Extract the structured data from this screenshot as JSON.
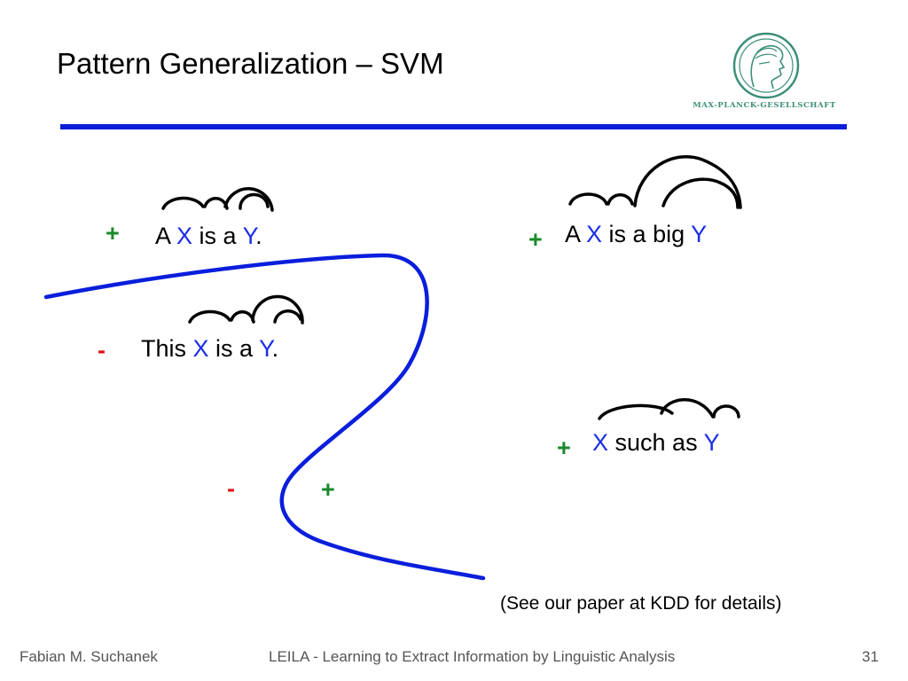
{
  "slide": {
    "title": "Pattern Generalization – SVM",
    "logo_text": "MAX-PLANCK-GESELLSCHAFT",
    "colors": {
      "rule": "#0a1edc",
      "variable": "#1a2ee6",
      "positive": "#1a8a2a",
      "negative": "#e0161a",
      "boundary": "#0a1edc"
    },
    "examples": [
      {
        "sign": "+",
        "pre": "A ",
        "x": "X",
        "mid": " is a ",
        "y": "Y",
        "post": "."
      },
      {
        "sign": "-",
        "pre": "This ",
        "x": "X",
        "mid": " is a ",
        "y": "Y",
        "post": "."
      },
      {
        "sign": "+",
        "pre": "A ",
        "x": "X",
        "mid": " is a big ",
        "y": "Y",
        "post": ""
      },
      {
        "sign": "+",
        "pre": "",
        "x": "X",
        "mid": " such as ",
        "y": "Y",
        "post": ""
      }
    ],
    "free_points": [
      {
        "sign": "-"
      },
      {
        "sign": "+"
      }
    ],
    "note": "(See our paper at KDD for details)"
  },
  "footer": {
    "author": "Fabian M. Suchanek",
    "project": "LEILA - Learning to Extract Information by Linguistic Analysis",
    "page": "31"
  }
}
